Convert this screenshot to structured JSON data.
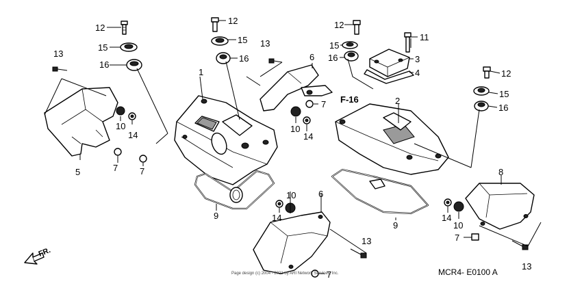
{
  "diagram": {
    "part_labels": {
      "l1": "1",
      "l2": "2",
      "l3": "3",
      "l4": "4",
      "l5": "5",
      "l6a": "6",
      "l6b": "6",
      "l7a": "7",
      "l7b": "7",
      "l7c": "7",
      "l7d": "7",
      "l7e": "7",
      "l8": "8",
      "l9a": "9",
      "l9b": "9",
      "l10a": "10",
      "l10b": "10",
      "l10c": "10",
      "l10d": "10",
      "l11": "11",
      "l12a": "12",
      "l12b": "12",
      "l12c": "12",
      "l12d": "12",
      "l13a": "13",
      "l13b": "13",
      "l13c": "13",
      "l13d": "13",
      "l14a": "14",
      "l14b": "14",
      "l14c": "14",
      "l14d": "14",
      "l15a": "15",
      "l15b": "15",
      "l15c": "15",
      "l15d": "15",
      "l16a": "16",
      "l16b": "16",
      "l16c": "16",
      "l16d": "16"
    },
    "figure_ref": "F-16",
    "front_indicator": "FR.",
    "diagram_code": "MCR4- E0100 A",
    "copyright": "Page design (c) 2004 - 2021 by ARI Network Services, Inc."
  }
}
